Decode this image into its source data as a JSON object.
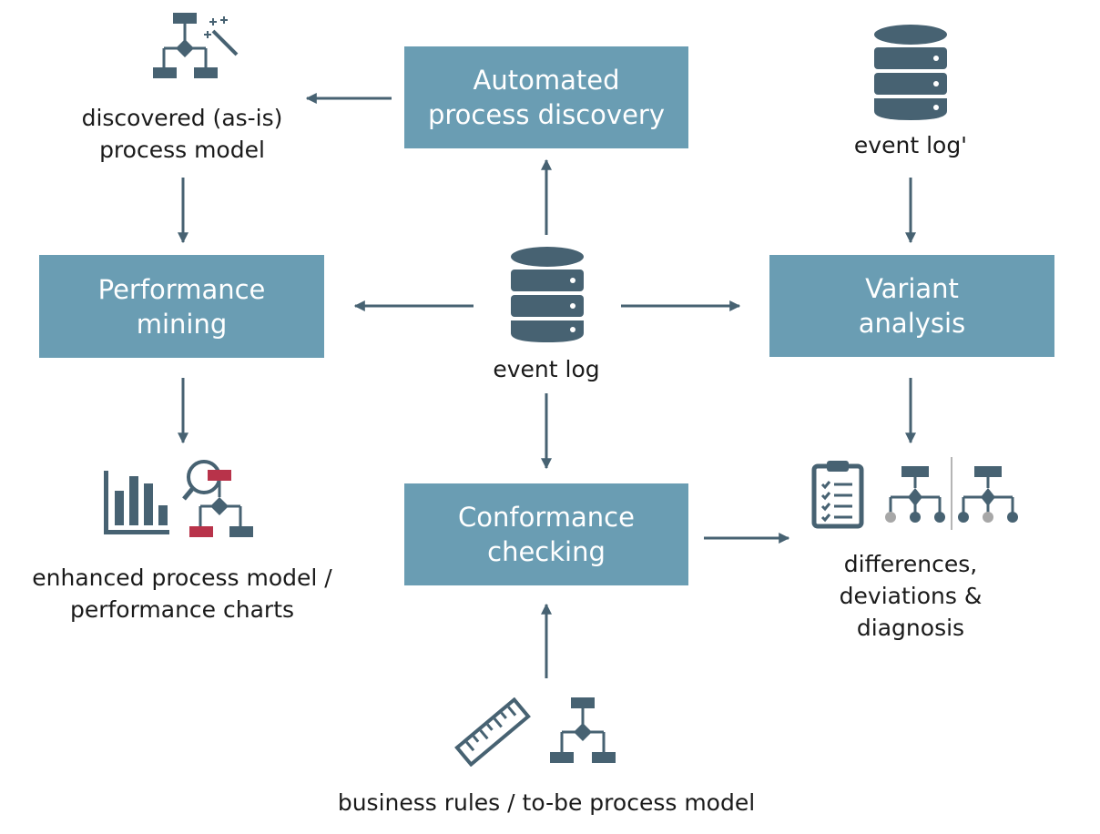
{
  "colors": {
    "box": "#6a9db3",
    "box_text": "#ffffff",
    "arrow": "#476272",
    "icon": "#476272",
    "highlight": "#b8334a",
    "muted": "#a7a7a7",
    "text": "#1a1a1a"
  },
  "boxes": {
    "discovery": "Automated\nprocess discovery",
    "performance": "Performance\nmining",
    "variant": "Variant\nanalysis",
    "conformance": "Conformance\nchecking"
  },
  "labels": {
    "discovered": "discovered (as-is)\nprocess model",
    "event_log": "event log",
    "event_log_prime": "event log'",
    "enhanced": "enhanced process model /\nperformance charts",
    "differences": "differences,\ndeviations &\ndiagnosis",
    "business": "business rules / to-be process model"
  },
  "icons": [
    "flowchart-magic-wand-icon",
    "database-icon",
    "bar-chart-icon",
    "magnifier-flowchart-icon",
    "checklist-icon",
    "process-variant-icon",
    "ruler-icon",
    "flowchart-icon"
  ]
}
